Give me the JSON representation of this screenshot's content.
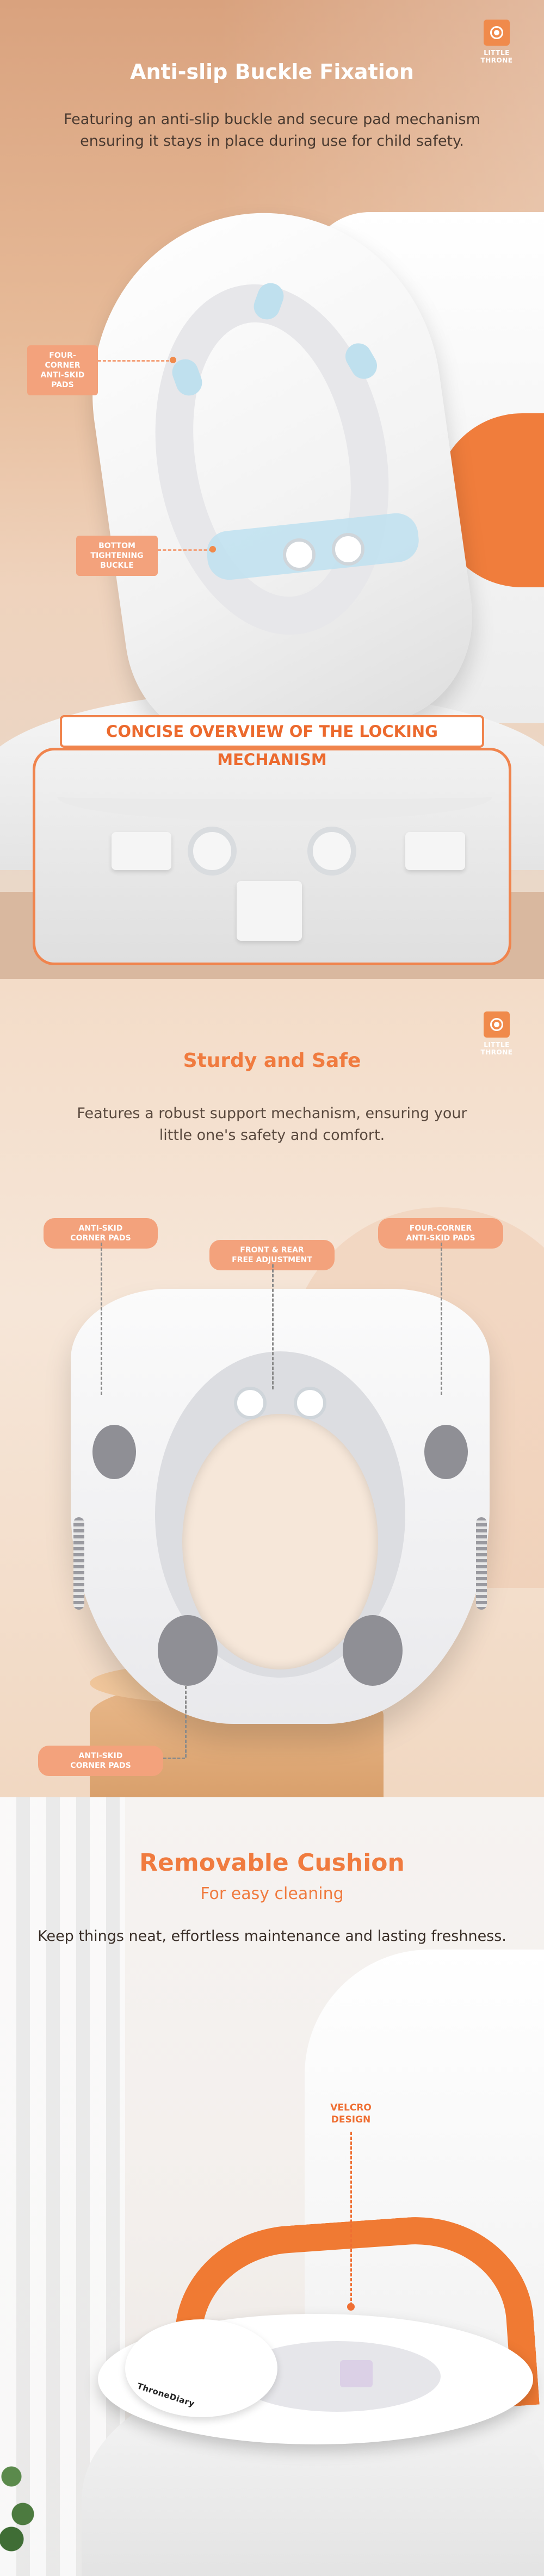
{
  "brand": {
    "line1": "LITTLE",
    "line2": "THRONE",
    "product_mark": "ThroneDiary"
  },
  "section1": {
    "title": "Anti-slip Buckle Fixation",
    "subtitle_line1": "Featuring an anti-slip buckle and secure pad mechanism",
    "subtitle_line2": "ensuring it stays in place during use for child safety.",
    "callout_pads_line1": "FOUR-CORNER",
    "callout_pads_line2": "ANTI-SKID PADS",
    "callout_buckle_line1": "BOTTOM TIGHTENING",
    "callout_buckle_line2": "BUCKLE",
    "banner": "CONCISE OVERVIEW OF THE LOCKING MECHANISM"
  },
  "section2": {
    "title": "Sturdy and Safe",
    "subtitle_line1": "Features a robust support mechanism, ensuring your",
    "subtitle_line2": "little one's safety and comfort.",
    "callout_left_line1": "ANTI-SKID",
    "callout_left_line2": "CORNER PADS",
    "callout_center_line1": "FRONT & REAR",
    "callout_center_line2": "FREE ADJUSTMENT",
    "callout_right_line1": "FOUR-CORNER",
    "callout_right_line2": "ANTI-SKID PADS",
    "callout_bottom_line1": "ANTI-SKID",
    "callout_bottom_line2": "CORNER PADS"
  },
  "section3": {
    "title": "Removable Cushion",
    "subtitle": "For easy cleaning",
    "description": "Keep things neat, effortless maintenance and lasting freshness.",
    "velcro_line1": "VELCRO",
    "velcro_line2": "DESIGN"
  },
  "colors": {
    "accent": "#f07b3f",
    "callout": "#f3a27c",
    "banner_border": "#f0844d"
  }
}
